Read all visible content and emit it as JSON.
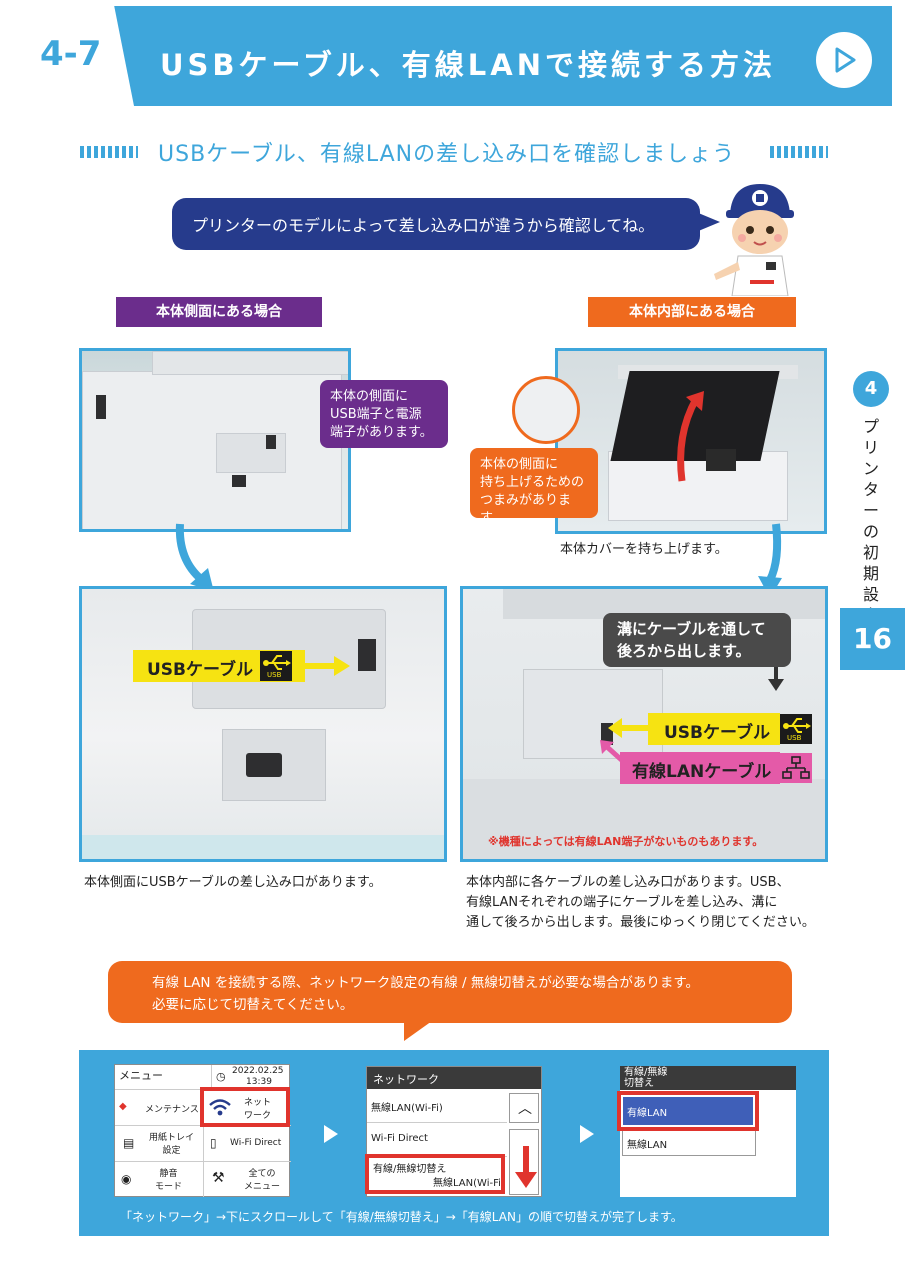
{
  "header": {
    "section_number": "4-7",
    "title": "USBケーブル、有線LANで接続する方法"
  },
  "subtitle": "USBケーブル、有線LANの差し込み口を確認しましょう",
  "speech": "プリンターのモデルによって差し込み口が違うから確認してね。",
  "left": {
    "tag": "本体側面にある場合",
    "callout": [
      "本体の側面に",
      "USB端子と電源",
      "端子があります。"
    ],
    "usb_label": "USBケーブル",
    "usb_icon_text": "USB",
    "caption": "本体側面にUSBケーブルの差し込み口があります。"
  },
  "right": {
    "tag": "本体内部にある場合",
    "callout": [
      "本体の側面に",
      "持ち上げるための",
      "つまみがあります。"
    ],
    "cover_caption": "本体カバーを持ち上げます。",
    "groove_callout": [
      "溝にケーブルを通して",
      "後ろから出します。"
    ],
    "usb_label": "USBケーブル",
    "usb_icon_text": "USB",
    "lan_label": "有線LANケーブル",
    "note": "※機種によっては有線LAN端子がないものもあります。",
    "caption": [
      "本体内部に各ケーブルの差し込み口があります。USB、",
      "有線LANそれぞれの端子にケーブルを差し込み、溝に",
      "通して後ろから出します。最後にゆっくり閉じてください。"
    ]
  },
  "notice": [
    "有線 LAN を接続する際、ネットワーク設定の有線 / 無線切替えが必要な場合があります。",
    "必要に応じて切替えてください。"
  ],
  "screens": {
    "menu": {
      "title": "メニュー",
      "date": "2022.02.25",
      "time": "13:39",
      "items": [
        "メンテナンス",
        "ネット\nワーク",
        "用紙トレイ\n設定",
        "Wi-Fi Direct",
        "静音\nモード",
        "全ての\nメニュー"
      ]
    },
    "network": {
      "title": "ネットワーク",
      "items": [
        "無線LAN(Wi-Fi)",
        "Wi-Fi Direct",
        "有線/無線切替え",
        "無線LAN(Wi-Fi"
      ]
    },
    "switch": {
      "title": [
        "有線/無線",
        "切替え"
      ],
      "items": [
        "有線LAN",
        "無線LAN"
      ]
    }
  },
  "panel_caption": "「ネットワーク」→下にスクロールして「有線/無線切替え」→「有線LAN」の順で切替えが完了します。",
  "side": {
    "chapter": "4",
    "chapter_title": "プリンターの初期設定",
    "page": "16"
  },
  "colors": {
    "accent_blue": "#3ea6db",
    "navy": "#263b8c",
    "purple": "#6b2d8c",
    "orange": "#ef6a1e",
    "yellow": "#f6e312",
    "pink": "#e45aa8",
    "highlight_red": "#e0342d"
  }
}
